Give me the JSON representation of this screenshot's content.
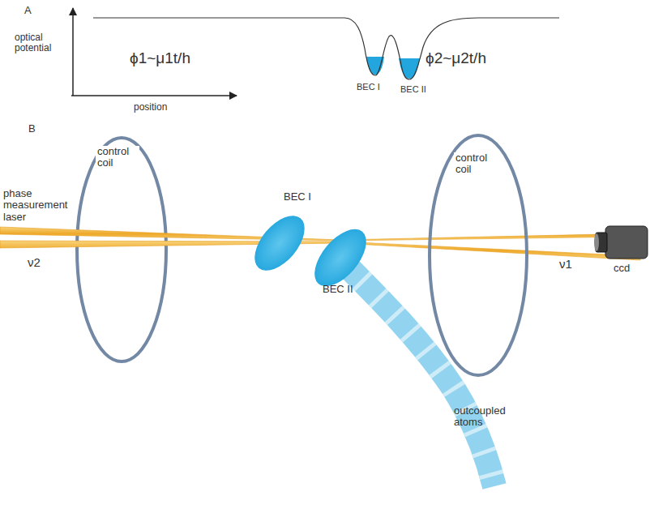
{
  "diagram": {
    "labels": [
      "A",
      "optical potential",
      "ϕ1~μ1t/h",
      "ϕ2~μ2t/h",
      "BEC I",
      "BEC II",
      "position",
      "B",
      "control coil",
      "control coil",
      "phase measurement laser",
      "BEC I",
      "BEC II",
      "ν2",
      "ν1",
      "outcoupled atoms",
      "ccd"
    ]
  }
}
